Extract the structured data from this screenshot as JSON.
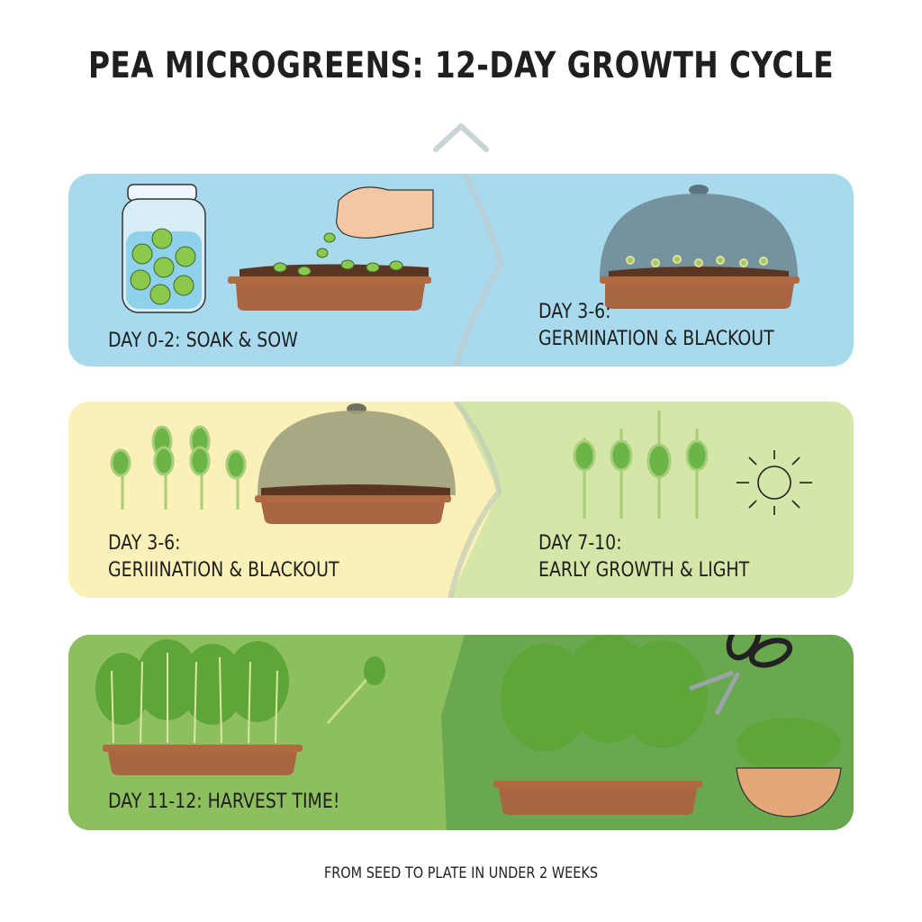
{
  "title": "PEA MICROGREENS: 12-DAY GROWTH CYCLE",
  "footer": "FROM SEED TO PLATE IN UNDER 2 WEEKS",
  "colors": {
    "panel_soak": "#a8d9ec",
    "panel_germination_left": "#faf0b8",
    "panel_growth": "#d4e6a8",
    "panel_harvest_light": "#8dbf5e",
    "panel_harvest_dark": "#6aa84f",
    "tray": "#a9653f",
    "soil": "#5a3622",
    "leaf": "#6bb548",
    "arrow": "#c9d4d6"
  },
  "stages": [
    {
      "id": "soak-sow",
      "days": "DAY 0-2:",
      "name": "SOAK & SOW",
      "label": "DAY 0-2: SOAK & SOW",
      "icons": [
        "jar-of-peas-icon",
        "hand-sowing-icon",
        "seed-tray-icon"
      ]
    },
    {
      "id": "germination-blackout-a",
      "days": "DAY 3-6:",
      "name": "GERMINATION & BLACKOUT",
      "icons": [
        "blackout-dome-icon",
        "sprouting-tray-icon"
      ]
    },
    {
      "id": "germination-blackout-b",
      "days": "DAY 3-6:",
      "name": "GERIIINATION & BLACKOUT",
      "icons": [
        "seedlings-icon",
        "blackout-dome-icon"
      ]
    },
    {
      "id": "early-growth-light",
      "days": "DAY 7-10:",
      "name": "EARLY GROWTH & LIGHT",
      "icons": [
        "seedlings-icon",
        "sun-icon"
      ]
    },
    {
      "id": "harvest",
      "days": "DAY 11-12:",
      "name": "HARVEST TIME!",
      "label": "DAY 11-12: HARVEST TIME!",
      "icons": [
        "full-tray-icon",
        "cut-shoot-icon",
        "scissors-icon",
        "bowl-of-greens-icon"
      ]
    }
  ]
}
